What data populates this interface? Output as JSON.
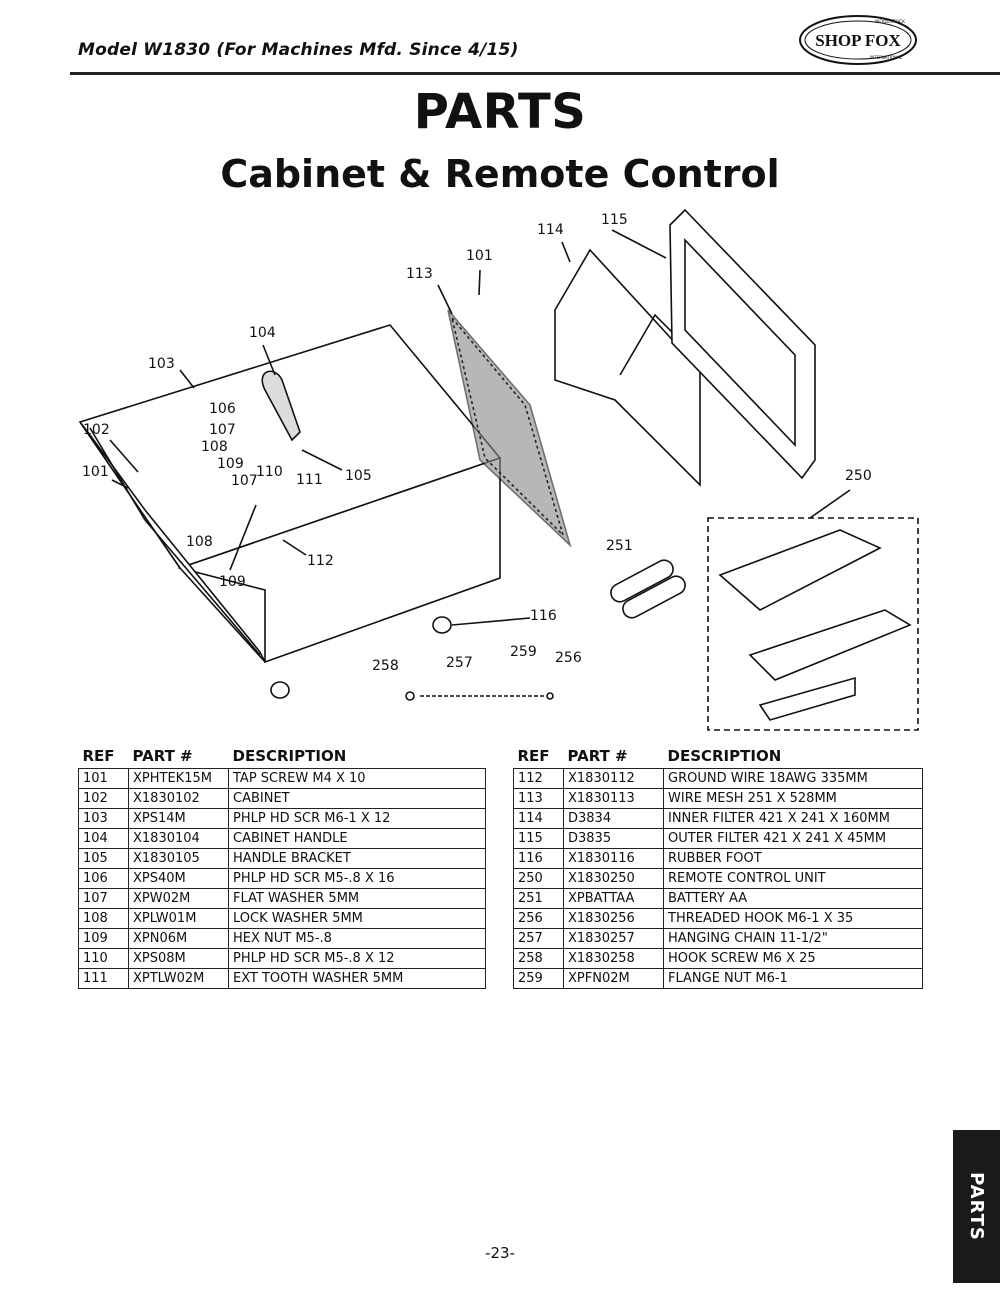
{
  "header": {
    "model": "Model W1830 (For Machines Mfd. Since 4/15)",
    "logo_text": "SHOP FOX",
    "logo_top": "WOODSTOCK",
    "logo_bottom": "INTERNATIONAL"
  },
  "title": "PARTS",
  "subtitle": "Cabinet & Remote Control",
  "diagram_labels": [
    "115",
    "114",
    "101",
    "113",
    "104",
    "103",
    "106",
    "107",
    "108",
    "109",
    "110",
    "102",
    "101",
    "107",
    "111",
    "105",
    "250",
    "108",
    "112",
    "109",
    "251",
    "116",
    "259",
    "256",
    "258",
    "257"
  ],
  "table_headers": {
    "ref": "REF",
    "part": "PART #",
    "description": "DESCRIPTION"
  },
  "parts_left": [
    {
      "ref": "101",
      "part": "XPHTEK15M",
      "desc": "TAP SCREW M4 X 10"
    },
    {
      "ref": "102",
      "part": "X1830102",
      "desc": "CABINET"
    },
    {
      "ref": "103",
      "part": "XPS14M",
      "desc": "PHLP HD SCR M6-1 X 12"
    },
    {
      "ref": "104",
      "part": "X1830104",
      "desc": "CABINET HANDLE"
    },
    {
      "ref": "105",
      "part": "X1830105",
      "desc": "HANDLE BRACKET"
    },
    {
      "ref": "106",
      "part": "XPS40M",
      "desc": "PHLP HD SCR M5-.8 X 16"
    },
    {
      "ref": "107",
      "part": "XPW02M",
      "desc": "FLAT WASHER 5MM"
    },
    {
      "ref": "108",
      "part": "XPLW01M",
      "desc": "LOCK WASHER 5MM"
    },
    {
      "ref": "109",
      "part": "XPN06M",
      "desc": "HEX NUT M5-.8"
    },
    {
      "ref": "110",
      "part": "XPS08M",
      "desc": "PHLP HD SCR M5-.8 X 12"
    },
    {
      "ref": "111",
      "part": "XPTLW02M",
      "desc": "EXT TOOTH WASHER 5MM"
    }
  ],
  "parts_right": [
    {
      "ref": "112",
      "part": "X1830112",
      "desc": "GROUND WIRE 18AWG 335MM"
    },
    {
      "ref": "113",
      "part": "X1830113",
      "desc": "WIRE MESH 251 X 528MM"
    },
    {
      "ref": "114",
      "part": "D3834",
      "desc": "INNER FILTER 421 X 241 X 160MM"
    },
    {
      "ref": "115",
      "part": "D3835",
      "desc": "OUTER FILTER 421 X 241 X 45MM"
    },
    {
      "ref": "116",
      "part": "X1830116",
      "desc": "RUBBER FOOT"
    },
    {
      "ref": "250",
      "part": "X1830250",
      "desc": "REMOTE CONTROL UNIT"
    },
    {
      "ref": "251",
      "part": "XPBATTAA",
      "desc": "BATTERY AA"
    },
    {
      "ref": "256",
      "part": "X1830256",
      "desc": "THREADED HOOK M6-1 X 35"
    },
    {
      "ref": "257",
      "part": "X1830257",
      "desc": "HANGING CHAIN 11-1/2\""
    },
    {
      "ref": "258",
      "part": "X1830258",
      "desc": "HOOK SCREW M6 X 25"
    },
    {
      "ref": "259",
      "part": "XPFN02M",
      "desc": "FLANGE NUT M6-1"
    }
  ],
  "side_tab": "PARTS",
  "page_number": "-23-"
}
